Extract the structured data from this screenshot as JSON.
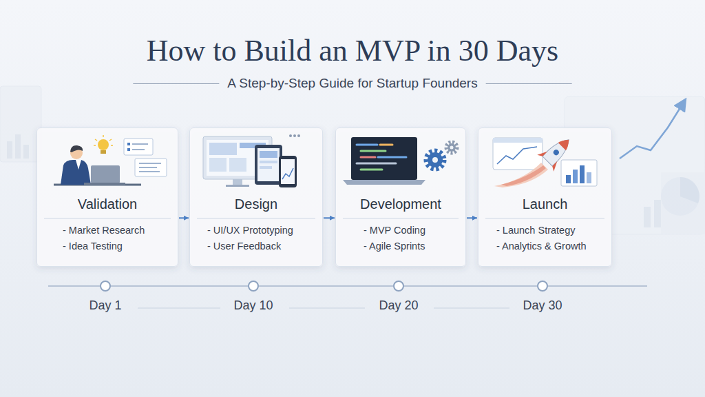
{
  "diagram": {
    "title": "How to Build an MVP in 30 Days",
    "nodes": [
      {
        "text": [
          "Validation",
          "- Market Research",
          "- Idea Testing"
        ]
      },
      {
        "text": [
          "Design",
          "- UI/UX Prototyping",
          "- User Feedback"
        ]
      },
      {
        "text": [
          "Development",
          "- MVP Coding",
          "- Agile Sprints"
        ]
      },
      {
        "text": [
          "Launch",
          "- Launch Strategy",
          "- Analytics & Growth"
        ]
      }
    ],
    "edges": [
      {
        "from": 0,
        "to": 1,
        "arrow": "to"
      },
      {
        "from": 1,
        "to": 2,
        "arrow": "to"
      },
      {
        "from": 2,
        "to": 3,
        "arrow": "to"
      }
    ],
    "labels": [
      "A Step-by-Step Guide for Startup Founders",
      "Day 1",
      "Day 10",
      "Day 20",
      "Day 30"
    ]
  }
}
